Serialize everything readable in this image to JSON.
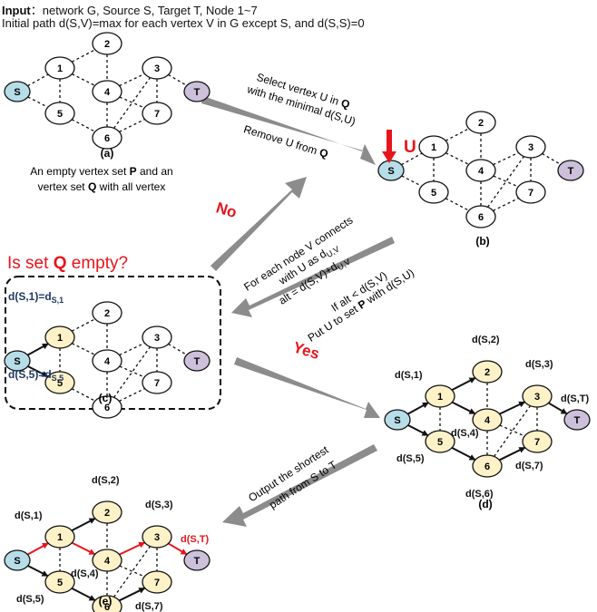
{
  "header": {
    "line1_label": "Input",
    "line1_sep": "：",
    "line1_text": "network G, Source S, Target T, Node 1~7",
    "line2_text": "Initial path d(S,V)=max for each vertex V in G except S, and  d(S,S)=0"
  },
  "nodes": {
    "s": "S",
    "t": "T",
    "n1": "1",
    "n2": "2",
    "n3": "3",
    "n4": "4",
    "n5": "5",
    "n6": "6",
    "n7": "7"
  },
  "panels": {
    "a": "(a)",
    "b": "(b)",
    "c": "(c)",
    "d": "(d)",
    "e": "(e)"
  },
  "panel_a": {
    "desc1_pre": "An empty vertex set ",
    "desc1_bold": "P",
    "desc1_post": " and an",
    "desc2_pre": "vertex set ",
    "desc2_bold": "Q",
    "desc2_post": " with all vertex"
  },
  "arrow1": {
    "l1": "Select vertex U in ",
    "l1_bold": "Q",
    "l2": "with the minimal d(S,U)",
    "l3": "Remove U from ",
    "l3_bold": "Q"
  },
  "panel_b": {
    "u_label": "U"
  },
  "decision": {
    "pre": "Is set ",
    "bold": "Q",
    "post": " empty?",
    "no": "No",
    "yes": "Yes"
  },
  "arrow2": {
    "l1": "For each node V connects",
    "l2_pre": "with U as d",
    "l2_sub": "U,V",
    "l3_pre": "alt = d(S,V)+d",
    "l3_sub": "U,V",
    "l4": "If alt < d(S,V)",
    "l5_pre": "Put U to set ",
    "l5_bold": "P",
    "l5_post": " with d(S,U)"
  },
  "panel_c": {
    "d1_pre": "d(S,1)=d",
    "d1_sub": "S,1",
    "d5_pre": "d(S,5)=d",
    "d5_sub": "S,5"
  },
  "distances": {
    "d1": "d(S,1)",
    "d2": "d(S,2)",
    "d3": "d(S,3)",
    "d4": "d(S,4)",
    "d5": "d(S,5)",
    "d6": "d(S,6)",
    "d7": "d(S,7)",
    "dt": "d(S,T)"
  },
  "arrow3": {
    "l1": "Output the shortest",
    "l2": "path from S to T"
  },
  "colors": {
    "source_fill": "#b7dde8",
    "target_fill": "#ccc0da",
    "visited_fill": "#fff2c8",
    "highlight_red": "#e8141b",
    "set_blue": "#1f3864",
    "arrow_gray": "#8c8c8c"
  }
}
